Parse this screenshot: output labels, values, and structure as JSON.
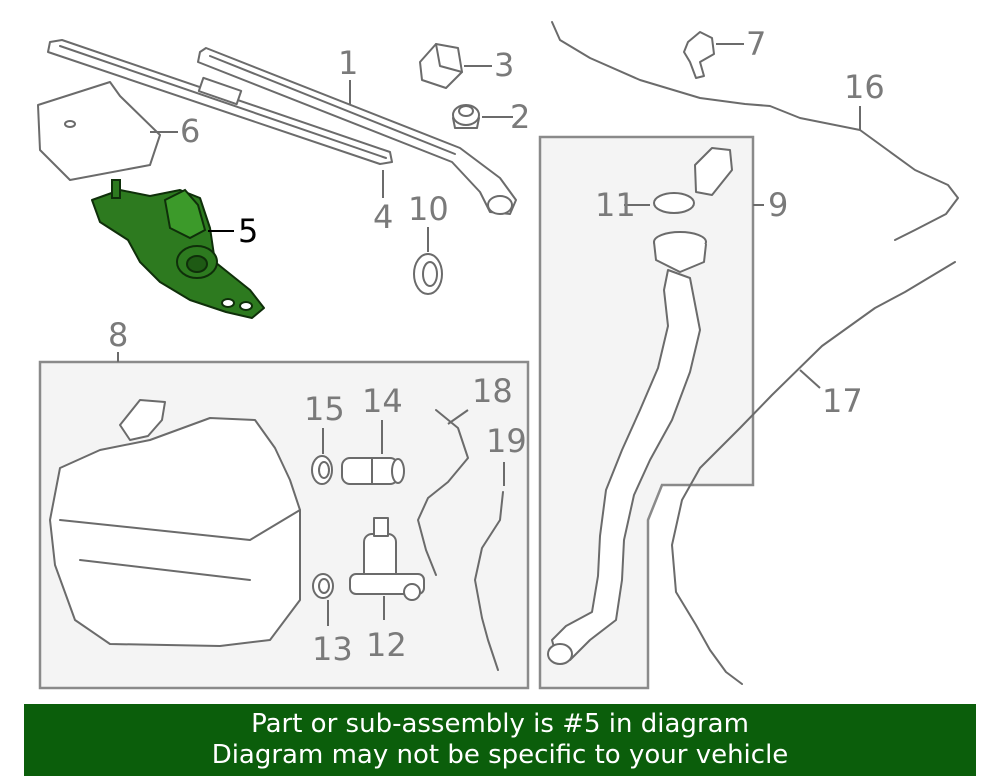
{
  "callouts": {
    "c1": "1",
    "c2": "2",
    "c3": "3",
    "c4": "4",
    "c5": "5",
    "c6": "6",
    "c7": "7",
    "c8": "8",
    "c9": "9",
    "c10": "10",
    "c11": "11",
    "c12": "12",
    "c13": "13",
    "c14": "14",
    "c15": "15",
    "c16": "16",
    "c17": "17",
    "c18": "18",
    "c19": "19"
  },
  "highlight": {
    "part": "5",
    "color": "#2d7a1f"
  },
  "banner": {
    "line1": "Part or sub-assembly is #5 in diagram",
    "line2": "Diagram may not be specific to your vehicle",
    "background": "#0b5e0b"
  }
}
